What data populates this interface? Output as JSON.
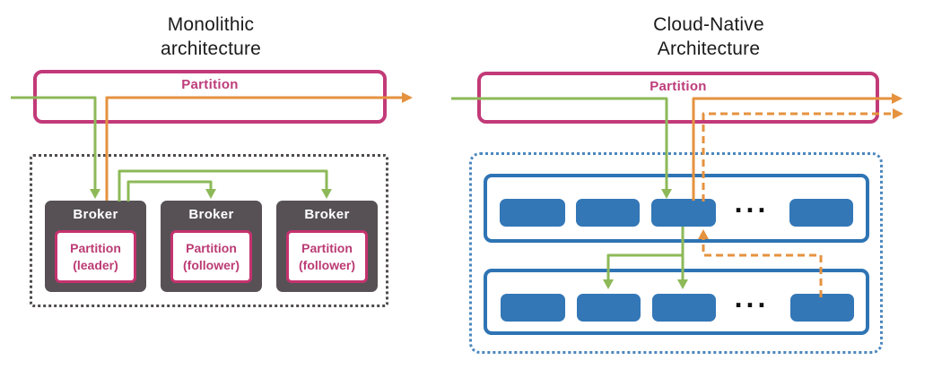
{
  "monolithic": {
    "title": [
      "Monolithic",
      "architecture"
    ],
    "partition_label": "Partition",
    "brokers": [
      {
        "name": "Broker",
        "partition": [
          "Partition",
          "(leader)"
        ]
      },
      {
        "name": "Broker",
        "partition": [
          "Partition",
          "(follower)"
        ]
      },
      {
        "name": "Broker",
        "partition": [
          "Partition",
          "(follower)"
        ]
      }
    ]
  },
  "cloud_native": {
    "title": [
      "Cloud-Native",
      "Architecture"
    ],
    "partition_label": "Partition",
    "rows": [
      {
        "ellipsis": "...",
        "segment_count": 4
      },
      {
        "ellipsis": "...",
        "segment_count": 4
      }
    ]
  },
  "colors": {
    "partition_pink": "#c23a78",
    "partition_text_pink": "#bd3c7a",
    "arrow_green": "#8db958",
    "arrow_orange": "#e5923f",
    "broker_gray": "#575155",
    "segment_blue": "#3377b7",
    "row_border_blue": "#2e74b4",
    "cloud_dotted_blue": "#4c87bd",
    "mono_dotted_gray": "#4f4b4d",
    "title_text": "#1b1b1b"
  }
}
